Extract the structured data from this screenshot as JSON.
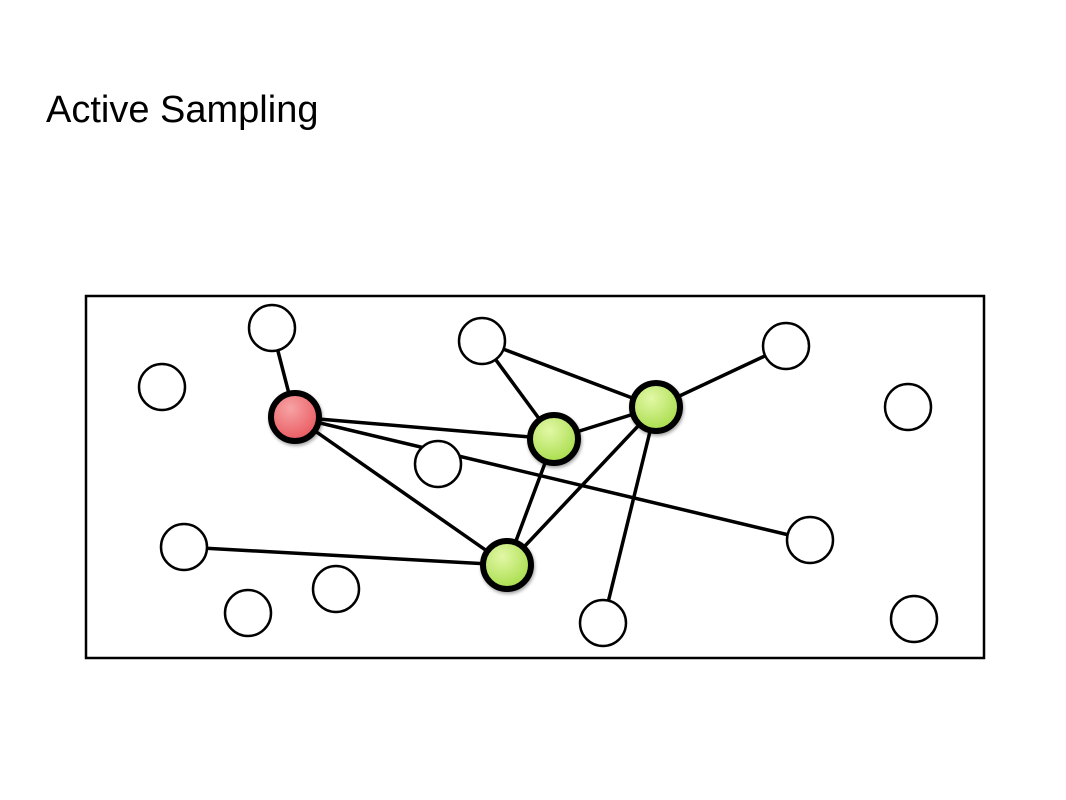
{
  "slide": {
    "title": "Active Sampling"
  },
  "colors": {
    "background": "#ffffff",
    "frame_stroke": "#000000",
    "edge_stroke": "#000000",
    "node_unsampled_fill": "#ffffff",
    "node_seed_fill": "#e8585e",
    "node_seed_highlight": "#f7a3a5",
    "node_sampled_fill": "#a7dc4a",
    "node_sampled_highlight": "#e2f8a6"
  },
  "graph": {
    "node_states": [
      "unsampled",
      "seed",
      "sampled"
    ],
    "nodes": [
      {
        "id": "n1",
        "state": "unsampled"
      },
      {
        "id": "n2",
        "state": "unsampled"
      },
      {
        "id": "n3",
        "state": "unsampled"
      },
      {
        "id": "n4",
        "state": "unsampled"
      },
      {
        "id": "n5",
        "state": "unsampled"
      },
      {
        "id": "n6",
        "state": "unsampled"
      },
      {
        "id": "n7",
        "state": "unsampled"
      },
      {
        "id": "n8",
        "state": "unsampled"
      },
      {
        "id": "n9",
        "state": "unsampled"
      },
      {
        "id": "n10",
        "state": "unsampled"
      },
      {
        "id": "n11",
        "state": "unsampled"
      },
      {
        "id": "n12",
        "state": "unsampled"
      },
      {
        "id": "red",
        "state": "seed"
      },
      {
        "id": "g1",
        "state": "sampled"
      },
      {
        "id": "g2",
        "state": "sampled"
      },
      {
        "id": "g3",
        "state": "sampled"
      }
    ],
    "edges": [
      [
        "n1",
        "red"
      ],
      [
        "red",
        "n8"
      ],
      [
        "red",
        "g1"
      ],
      [
        "red",
        "g3"
      ],
      [
        "n2",
        "g1"
      ],
      [
        "n2",
        "g2"
      ],
      [
        "g1",
        "g2"
      ],
      [
        "g2",
        "n3"
      ],
      [
        "g1",
        "g3"
      ],
      [
        "g2",
        "g3"
      ],
      [
        "n7",
        "g3"
      ],
      [
        "g2",
        "n11"
      ]
    ]
  }
}
